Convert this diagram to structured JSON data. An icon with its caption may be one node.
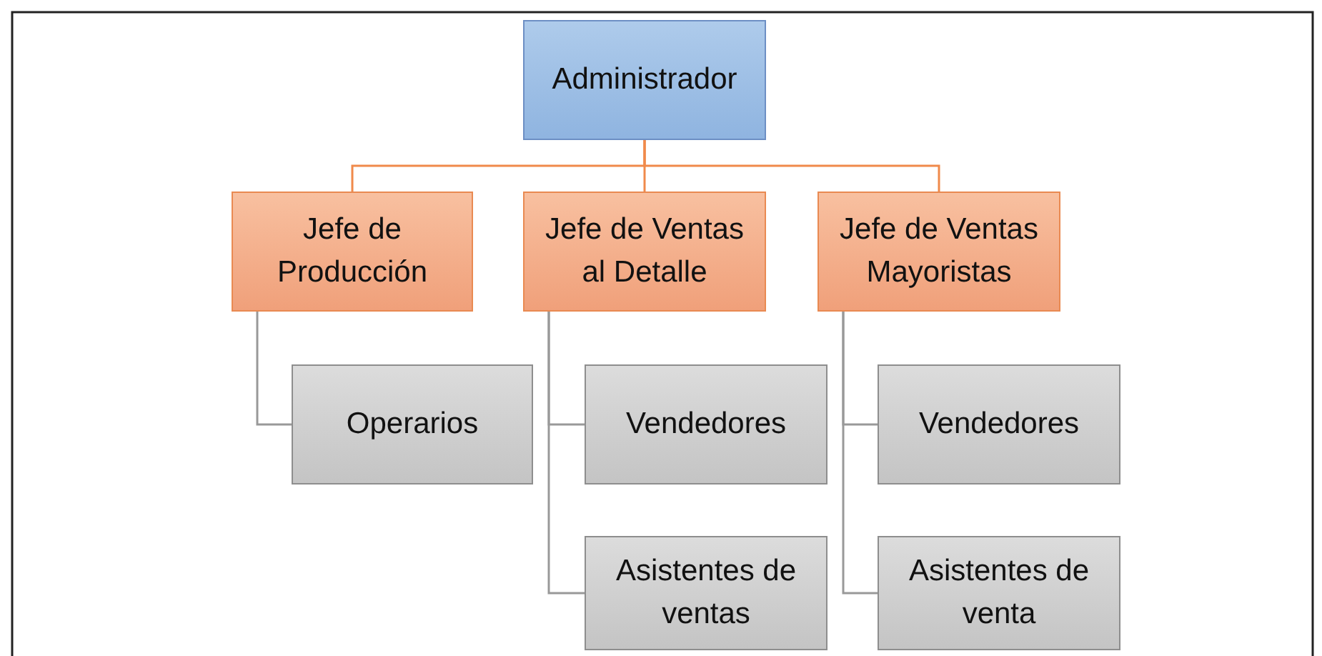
{
  "diagram": {
    "nodes": [
      {
        "text": [
          "Administrador"
        ]
      },
      {
        "text": [
          "Jefe de Producción"
        ]
      },
      {
        "text": [
          "Jefe de Ventas al Detalle"
        ]
      },
      {
        "text": [
          "Jefe de Ventas Mayoristas"
        ]
      },
      {
        "text": [
          "Operarios"
        ]
      },
      {
        "text": [
          "Vendedores"
        ]
      },
      {
        "text": [
          "Asistentes de ventas"
        ]
      },
      {
        "text": [
          "Vendedores"
        ]
      },
      {
        "text": [
          "Asistentes de venta"
        ]
      }
    ],
    "edges": [
      {
        "from": 0,
        "to": 1,
        "arrow": "none",
        "color": "#f08a4b"
      },
      {
        "from": 0,
        "to": 2,
        "arrow": "none",
        "color": "#f08a4b"
      },
      {
        "from": 0,
        "to": 3,
        "arrow": "none",
        "color": "#f08a4b"
      },
      {
        "from": 1,
        "to": 4,
        "arrow": "none"
      },
      {
        "from": 2,
        "to": 5,
        "arrow": "none"
      },
      {
        "from": 2,
        "to": 6,
        "arrow": "none"
      },
      {
        "from": 3,
        "to": 7,
        "arrow": "none"
      },
      {
        "from": 3,
        "to": 8,
        "arrow": "none"
      }
    ]
  }
}
